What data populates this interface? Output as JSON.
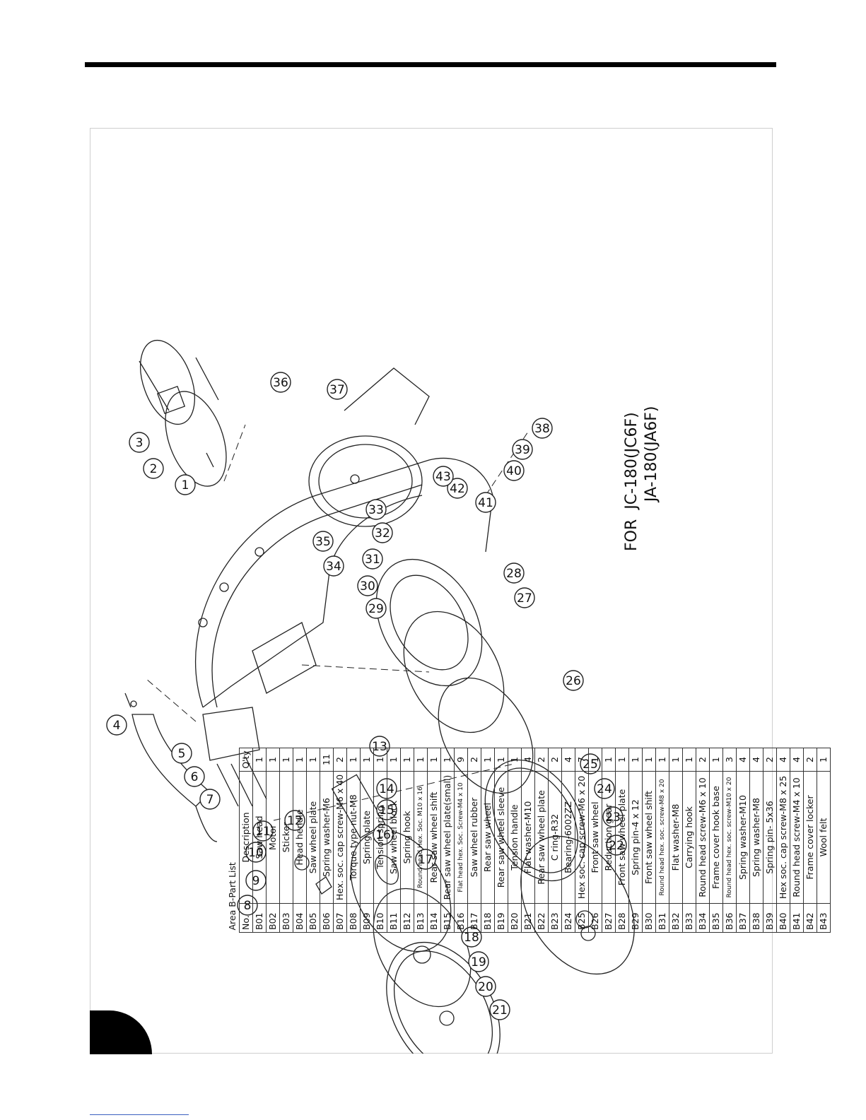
{
  "table": {
    "title": "Area B-Part List",
    "headers": {
      "no": "No.",
      "description": "Description",
      "qty": "Q'ty"
    },
    "rows": [
      {
        "no": "B01",
        "desc": "Saw head",
        "qty": "1"
      },
      {
        "no": "B02",
        "desc": "Motor",
        "qty": "1"
      },
      {
        "no": "B03",
        "desc": "Sticker",
        "qty": "1"
      },
      {
        "no": "B04",
        "desc": "Head hendle",
        "qty": "1"
      },
      {
        "no": "B05",
        "desc": "Saw wheel plate",
        "qty": "1"
      },
      {
        "no": "B06",
        "desc": "Spring washer-M6",
        "qty": "11"
      },
      {
        "no": "B07",
        "desc": "Hex. soc. cap screw-M6 x 40",
        "qty": "2"
      },
      {
        "no": "B08",
        "desc": "Torque type nut-M8",
        "qty": "1"
      },
      {
        "no": "B09",
        "desc": "Spring plate",
        "qty": "1"
      },
      {
        "no": "B10",
        "desc": "Tension spring",
        "qty": "1"
      },
      {
        "no": "B11",
        "desc": "Saw wheel block",
        "qty": "1"
      },
      {
        "no": "B12",
        "desc": "Spring hook",
        "qty": "1"
      },
      {
        "no": "B13",
        "desc": "Round head Hex. Soc. M10 x 16",
        "qty": "1",
        "small": true
      },
      {
        "no": "B14",
        "desc": "Rear saw wheel shift",
        "qty": "1"
      },
      {
        "no": "B15",
        "desc": "Rear saw wheel plate(small)",
        "qty": "1"
      },
      {
        "no": "B16",
        "desc": "Flat head hex. Soc. Screw-M4 x 10",
        "qty": "9",
        "small": true
      },
      {
        "no": "B17",
        "desc": "Saw wheel rubber",
        "qty": "2"
      },
      {
        "no": "B18",
        "desc": "Rear saw wheel",
        "qty": "1"
      },
      {
        "no": "B19",
        "desc": "Rear saw wheel sleeve",
        "qty": "1"
      },
      {
        "no": "B20",
        "desc": "Tension handle",
        "qty": "1"
      },
      {
        "no": "B21",
        "desc": "Flat washer-M10",
        "qty": "4"
      },
      {
        "no": "B22",
        "desc": "Rear saw wheel plate",
        "qty": "2"
      },
      {
        "no": "B23",
        "desc": "C ring-R32",
        "qty": "2"
      },
      {
        "no": "B24",
        "desc": "Bearing-6002ZZ",
        "qty": "4"
      },
      {
        "no": "B25",
        "desc": "Hex soc. cap screw-M6 x 20",
        "qty": "7"
      },
      {
        "no": "B26",
        "desc": "Front saw wheel",
        "qty": "1"
      },
      {
        "no": "B27",
        "desc": "Reduction gear",
        "qty": "1"
      },
      {
        "no": "B28",
        "desc": "Front saw wheel plate",
        "qty": "1"
      },
      {
        "no": "B29",
        "desc": "Spring pin-4 x 12",
        "qty": "1"
      },
      {
        "no": "B30",
        "desc": "Front saw wheel shift",
        "qty": "1"
      },
      {
        "no": "B31",
        "desc": "Round head hex. soc. screw-M8 x 20",
        "qty": "1",
        "small": true
      },
      {
        "no": "B32",
        "desc": "Flat washer-M8",
        "qty": "1"
      },
      {
        "no": "B33",
        "desc": "Carrying hook",
        "qty": "1"
      },
      {
        "no": "B34",
        "desc": "Round head screw-M6 x 10",
        "qty": "2"
      },
      {
        "no": "B35",
        "desc": "Frame cover hook base",
        "qty": "1"
      },
      {
        "no": "B36",
        "desc": "Round head hex. soc. screw-M10 x 20",
        "qty": "3",
        "small": true
      },
      {
        "no": "B37",
        "desc": "Spring washer-M10",
        "qty": "4"
      },
      {
        "no": "B38",
        "desc": "Spring washer-M8",
        "qty": "4"
      },
      {
        "no": "B39",
        "desc": "Spring pin- 5x36",
        "qty": "2"
      },
      {
        "no": "B40",
        "desc": "Hex soc. cap screw-M8 x 25",
        "qty": "4"
      },
      {
        "no": "B41",
        "desc": "Round head screw-M4 x 10",
        "qty": "4"
      },
      {
        "no": "B42",
        "desc": "Frame cover locker",
        "qty": "2"
      },
      {
        "no": "B43",
        "desc": "Wool felt",
        "qty": "1"
      }
    ]
  },
  "caption": "FOR  JC-180(JC6F)\n          JA-180(JA6F)",
  "callouts": [
    "1",
    "2",
    "3",
    "4",
    "5",
    "6",
    "7",
    "8",
    "9",
    "10",
    "11",
    "12",
    "13",
    "14",
    "15",
    "16",
    "17",
    "18",
    "19",
    "20",
    "21",
    "22",
    "23",
    "24",
    "25",
    "26",
    "27",
    "28",
    "29",
    "30",
    "31",
    "32",
    "33",
    "34",
    "35",
    "36",
    "37",
    "38",
    "39",
    "40",
    "41",
    "42",
    "43"
  ]
}
